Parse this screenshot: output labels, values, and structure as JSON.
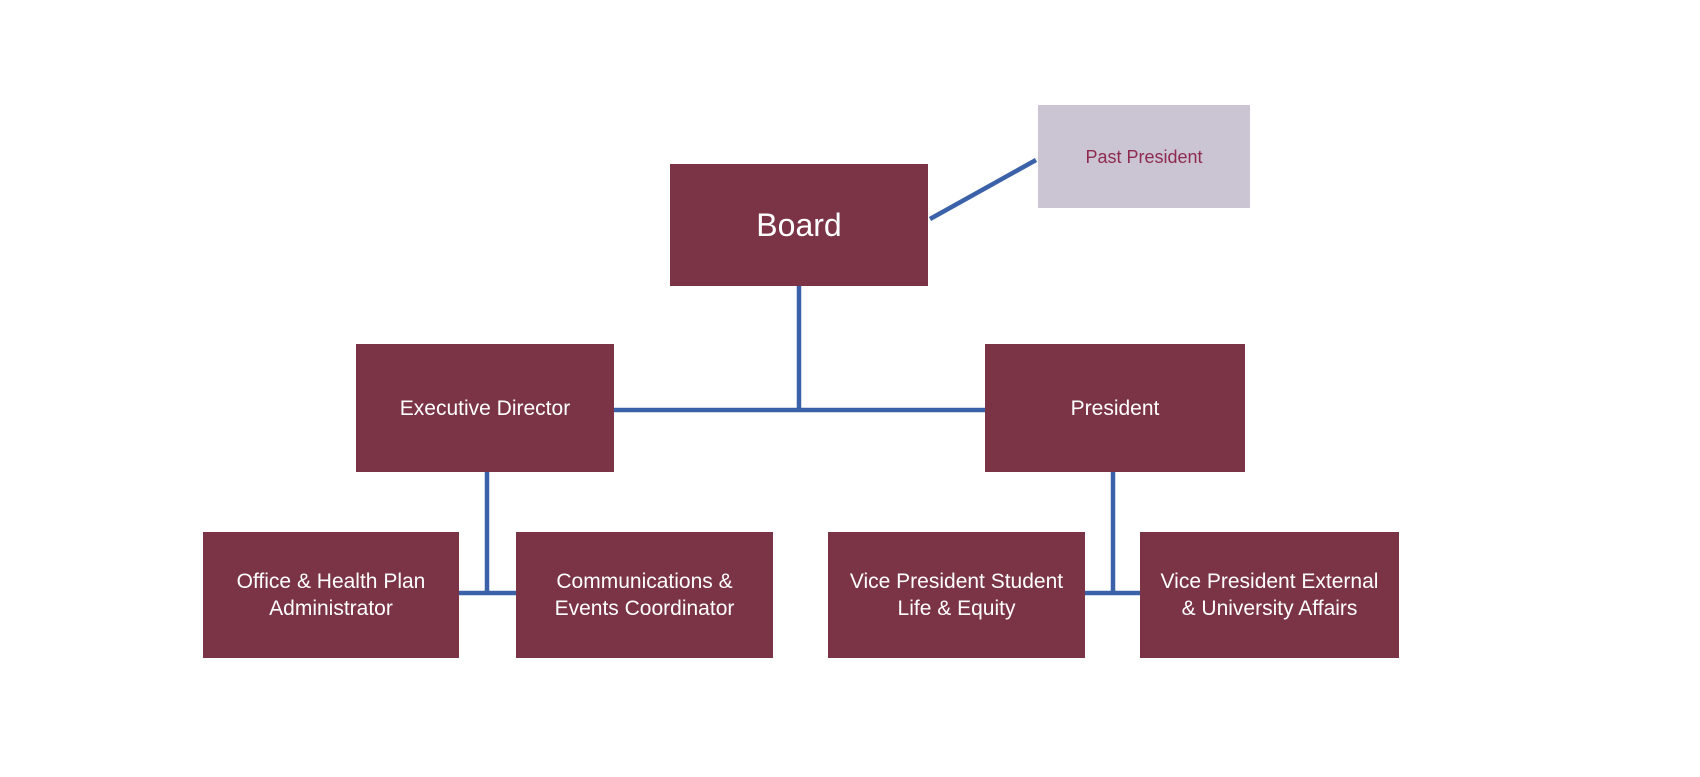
{
  "diagram_type": "org-chart",
  "colors": {
    "background": "#ffffff",
    "node-fill": "#7B3346",
    "node-text": "#ffffff",
    "accent-fill": "#CBC4D3",
    "accent-text": "#8E2A50",
    "connector": "#3B62A8"
  },
  "nodes": {
    "board": {
      "label": "Board",
      "lines": [
        "Board"
      ]
    },
    "past_president": {
      "label": "Past President",
      "lines": [
        "Past President"
      ]
    },
    "executive_director": {
      "label": "Executive Director",
      "lines": [
        "Executive Director"
      ]
    },
    "president": {
      "label": "President",
      "lines": [
        "President"
      ]
    },
    "office_health_plan_administrator": {
      "label": "Office & Health Plan Administrator",
      "lines": [
        "Office & Health Plan",
        "Administrator"
      ]
    },
    "communications_events_coordinator": {
      "label": "Communications & Events Coordinator",
      "lines": [
        "Communications &",
        "Events Coordinator"
      ]
    },
    "vp_student_life_equity": {
      "label": "Vice President Student Life & Equity",
      "lines": [
        "Vice President Student",
        "Life & Equity"
      ]
    },
    "vp_external_university_affairs": {
      "label": "Vice President External & University Affairs",
      "lines": [
        "Vice President External",
        "& University Affairs"
      ]
    }
  },
  "edges": [
    {
      "from": "board",
      "to": "past_president",
      "style": "diagonal"
    },
    {
      "from": "board",
      "to": "executive_director",
      "style": "elbow"
    },
    {
      "from": "board",
      "to": "president",
      "style": "elbow"
    },
    {
      "from": "executive_director",
      "to": "office_health_plan_administrator",
      "style": "elbow"
    },
    {
      "from": "executive_director",
      "to": "communications_events_coordinator",
      "style": "elbow"
    },
    {
      "from": "president",
      "to": "vp_student_life_equity",
      "style": "elbow"
    },
    {
      "from": "president",
      "to": "vp_external_university_affairs",
      "style": "elbow"
    }
  ]
}
